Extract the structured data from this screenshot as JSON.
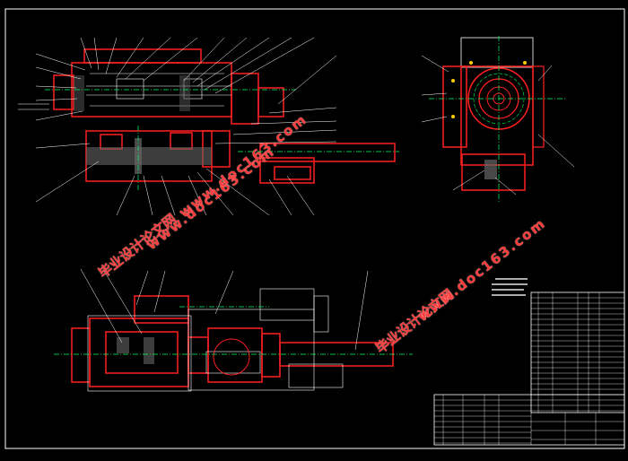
{
  "drawing": {
    "background": "#000000",
    "frame_color": "#ffffff",
    "outline_color": "#ff0000",
    "centerline_color": "#00ff00",
    "dimension_color": "#ffffff"
  },
  "watermarks": [
    {
      "cn": "毕业设计论文网",
      "url": "www.doc163.com"
    },
    {
      "cn": "毕业设计论文网",
      "url": "www.doc163.com"
    },
    {
      "cn": "毕业设计论文网",
      "url": "www.doc163.com"
    }
  ]
}
